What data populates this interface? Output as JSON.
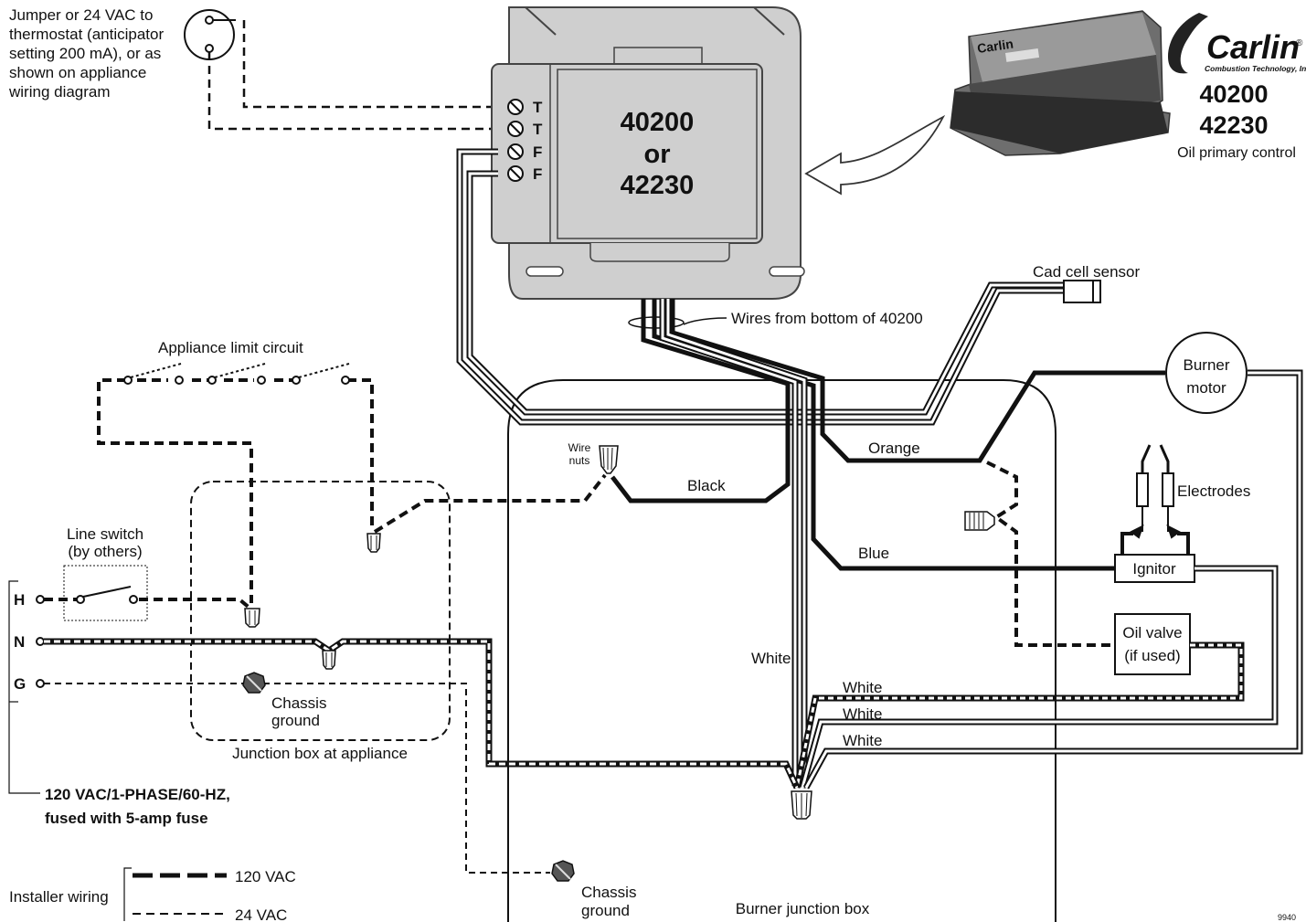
{
  "diagram": {
    "jumper_note": [
      "Jumper or 24 VAC to",
      "thermostat (anticipator",
      "setting 200 mA), or as",
      "shown on appliance",
      "wiring diagram"
    ],
    "control": {
      "terminals": [
        "T",
        "T",
        "F",
        "F"
      ],
      "model_line1": "40200",
      "model_line2": "or",
      "model_line3": "42230"
    },
    "product": {
      "brand": "Carlin",
      "brand_reg": "®",
      "tagline": "Combustion Technology, Inc.",
      "model1": "40200",
      "model2": "42230",
      "caption": "Oil primary control"
    },
    "labels": {
      "cad_cell": "Cad cell sensor",
      "wires_from_bottom": "Wires from bottom of 40200",
      "burner_motor_1": "Burner",
      "burner_motor_2": "motor",
      "electrodes": "Electrodes",
      "ignitor": "Ignitor",
      "oil_valve_1": "Oil valve",
      "oil_valve_2": "(if used)",
      "orange": "Orange",
      "black": "Black",
      "blue": "Blue",
      "white_vertical": "White",
      "white_1": "White",
      "white_2": "White",
      "white_3": "White",
      "wire_nuts_1": "Wire",
      "wire_nuts_2": "nuts",
      "appliance_limit": "Appliance limit circuit",
      "line_switch_1": "Line switch",
      "line_switch_2": "(by others)",
      "h": "H",
      "n": "N",
      "g": "G",
      "chassis_ground_1a": "Chassis",
      "chassis_ground_1b": "ground",
      "chassis_ground_2a": "Chassis",
      "chassis_ground_2b": "ground",
      "junction_box_appliance": "Junction box at appliance",
      "burner_junction_box": "Burner junction box",
      "supply_1": "120 VAC/1-PHASE/60-HZ,",
      "supply_2": "fused with 5-amp fuse",
      "installer_wiring": "Installer wiring",
      "legend_120": "120 VAC",
      "legend_24": "24 VAC",
      "figure_code": "9940"
    }
  }
}
